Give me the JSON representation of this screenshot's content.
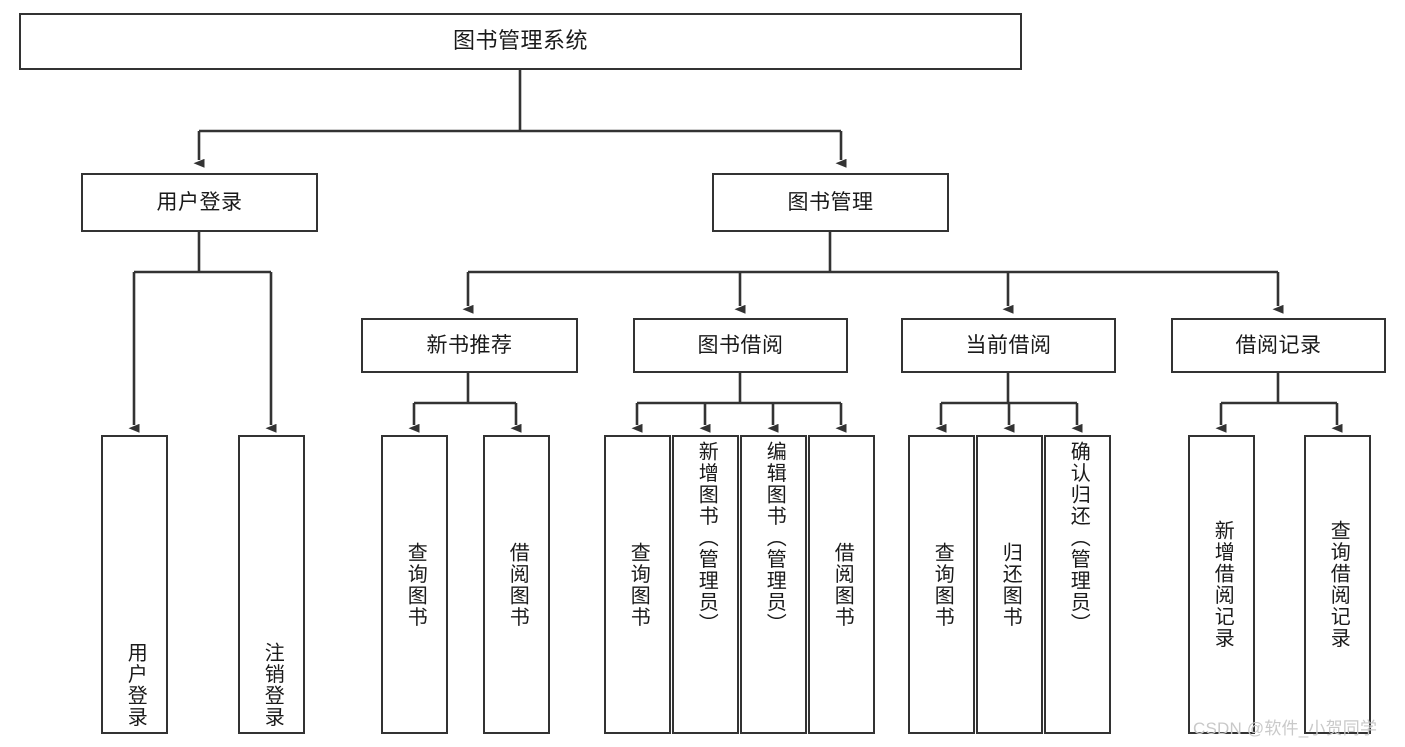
{
  "diagram": {
    "title": "图书管理系统",
    "type": "tree-hierarchy-chart",
    "root": {
      "id": "root",
      "label": "图书管理系统"
    },
    "level2": [
      {
        "id": "user-login",
        "label": "用户登录"
      },
      {
        "id": "book-management",
        "label": "图书管理"
      }
    ],
    "level3": [
      {
        "id": "new-book-recommend",
        "label": "新书推荐"
      },
      {
        "id": "book-borrow",
        "label": "图书借阅"
      },
      {
        "id": "current-borrow",
        "label": "当前借阅"
      },
      {
        "id": "borrow-record",
        "label": "借阅记录"
      }
    ],
    "leaves": [
      {
        "id": "leaf-user-login",
        "label": "用户登录",
        "parent": "user-login"
      },
      {
        "id": "leaf-user-logout",
        "label": "注销登录",
        "parent": "user-login"
      },
      {
        "id": "leaf-query-book-1",
        "label": "查询图书",
        "parent": "new-book-recommend"
      },
      {
        "id": "leaf-borrow-book-1",
        "label": "借阅图书",
        "parent": "new-book-recommend"
      },
      {
        "id": "leaf-query-book-2",
        "label": "查询图书",
        "parent": "book-borrow"
      },
      {
        "id": "leaf-add-book",
        "label": "新增图书（管理员）",
        "parent": "book-borrow"
      },
      {
        "id": "leaf-edit-book",
        "label": "编辑图书（管理员）",
        "parent": "book-borrow"
      },
      {
        "id": "leaf-borrow-book-2",
        "label": "借阅图书",
        "parent": "book-borrow"
      },
      {
        "id": "leaf-query-book-3",
        "label": "查询图书",
        "parent": "current-borrow"
      },
      {
        "id": "leaf-return-book",
        "label": "归还图书",
        "parent": "current-borrow"
      },
      {
        "id": "leaf-confirm-return",
        "label": "确认归还（管理员）",
        "parent": "current-borrow"
      },
      {
        "id": "leaf-add-record",
        "label": "新增借阅记录",
        "parent": "borrow-record"
      },
      {
        "id": "leaf-query-record",
        "label": "查询借阅记录",
        "parent": "borrow-record"
      }
    ],
    "colors": {
      "box_border": "#333333",
      "box_fill": "#ffffff",
      "edge": "#333333",
      "text": "#1a1a1a",
      "watermark": "#c9c9c9",
      "background": "#ffffff"
    }
  },
  "watermark": {
    "text": "CSDN @软件_小贺同学"
  }
}
